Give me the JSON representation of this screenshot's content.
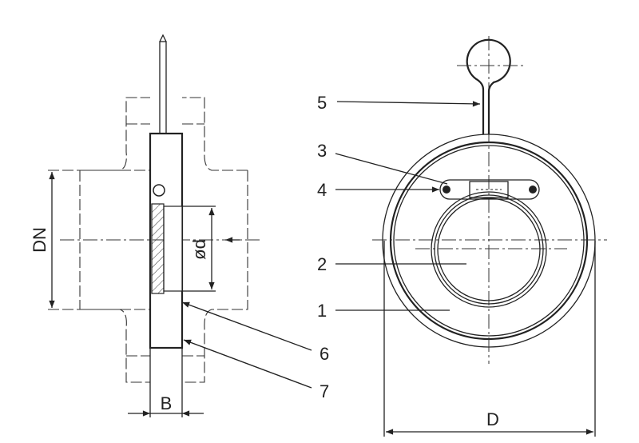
{
  "title": "Wafer swing check valve dimensional drawing",
  "dimensions": {
    "nominal_diameter": "DN",
    "inner_diameter": "ød",
    "body_width": "B",
    "outer_diameter": "D"
  },
  "callouts": [
    "1",
    "2",
    "3",
    "4",
    "5",
    "6",
    "7"
  ],
  "colors": {
    "line": "#222222",
    "background": "#ffffff"
  }
}
